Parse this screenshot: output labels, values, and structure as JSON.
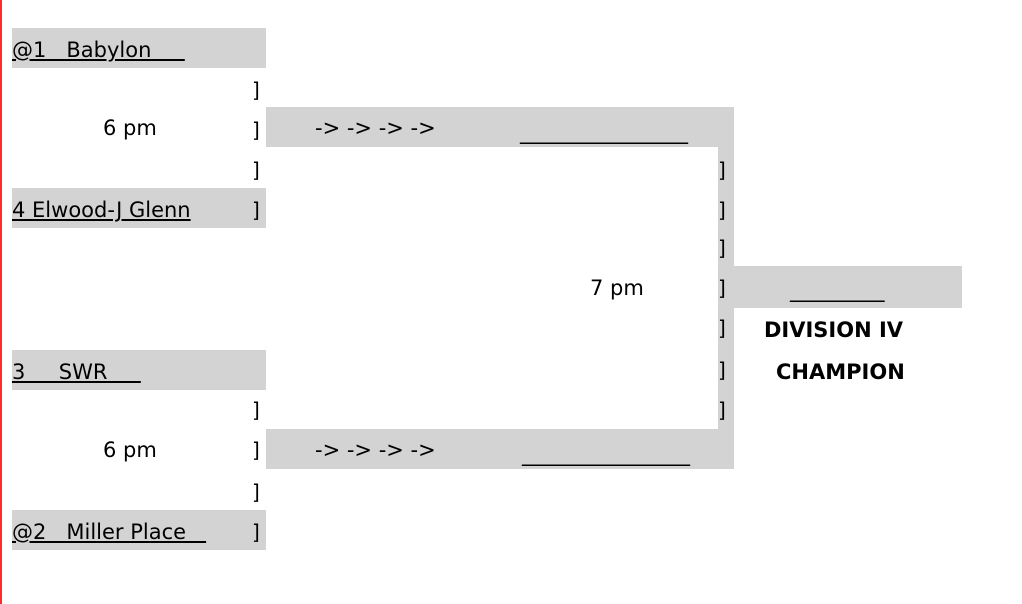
{
  "edge_color": "#ff2a2a",
  "panel_color": "#d3d3d3",
  "bracket_char": "]",
  "semifinal1": {
    "team_top": "@1   Babylon     ",
    "team_bottom": "4 Elwood-J Glenn",
    "time": "6 pm",
    "arrows": "-> -> -> ->",
    "winner_line": "________________"
  },
  "semifinal2": {
    "team_top": "3     SWR     ",
    "team_bottom": "@2   Miller Place   ",
    "time": "6 pm",
    "arrows": "-> -> -> ->",
    "winner_line": "________________"
  },
  "final": {
    "time": "7 pm",
    "champion_line": "_________",
    "title_line1": "DIVISION IV",
    "title_line2": "CHAMPION"
  }
}
